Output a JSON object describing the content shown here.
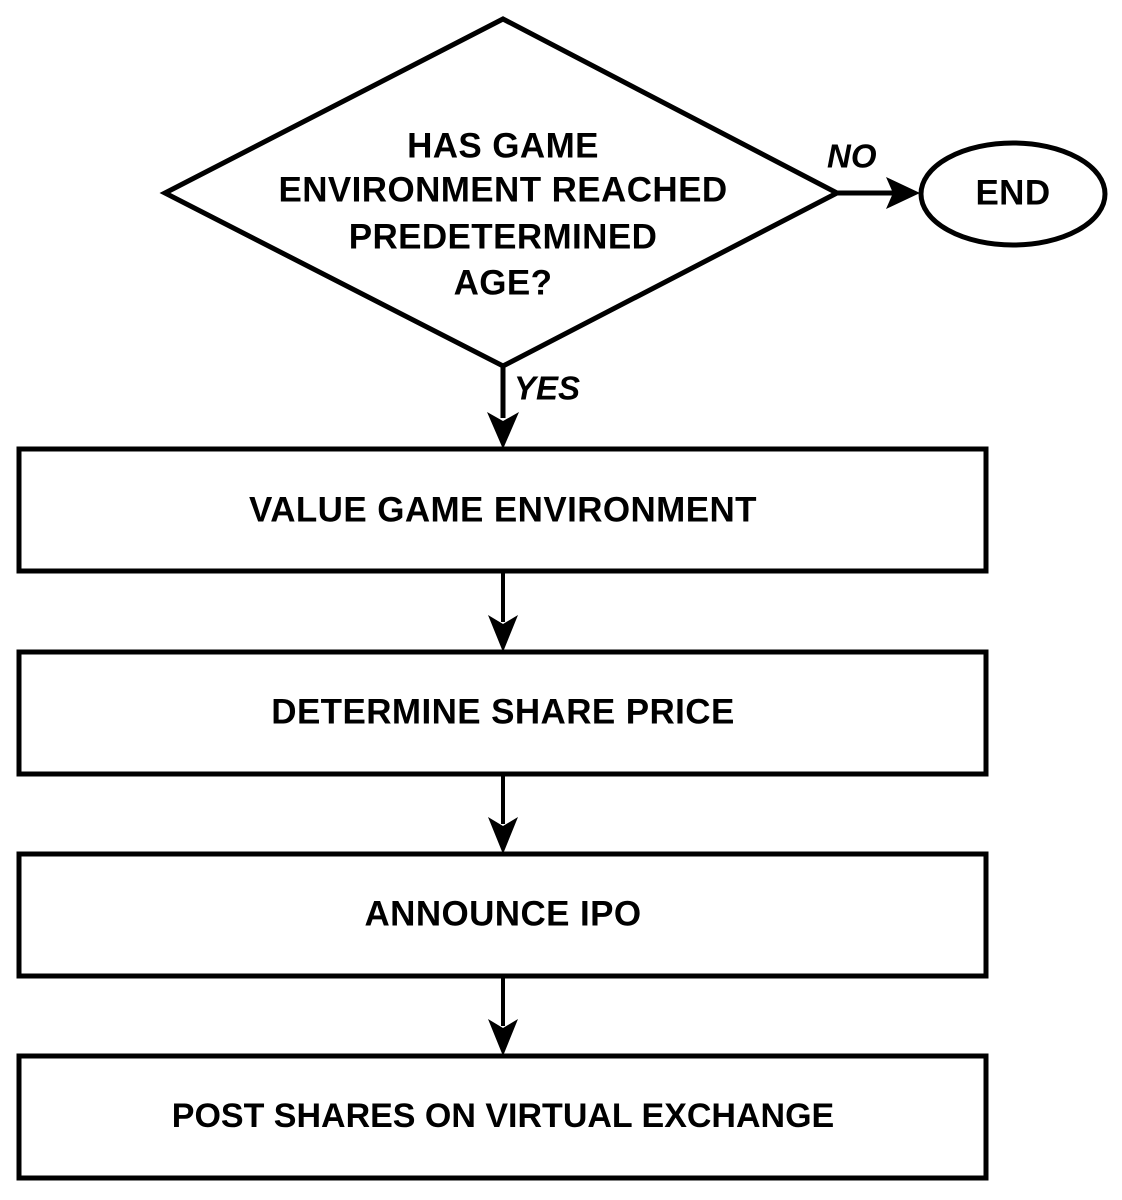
{
  "diagram": {
    "type": "flowchart",
    "title": "",
    "background_color": "#ffffff",
    "line_color": "#000000",
    "text_color": "#000000",
    "nodes": [
      {
        "id": "decision-age",
        "shape": "diamond",
        "lines": [
          "HAS GAME",
          "ENVIRONMENT REACHED",
          "PREDETERMINED",
          "AGE?"
        ]
      },
      {
        "id": "end",
        "shape": "ellipse",
        "label": "END"
      },
      {
        "id": "value-game-environment",
        "shape": "rectangle",
        "label": "VALUE GAME ENVIRONMENT"
      },
      {
        "id": "determine-share-price",
        "shape": "rectangle",
        "label": "DETERMINE SHARE PRICE"
      },
      {
        "id": "announce-ipo",
        "shape": "rectangle",
        "label": "ANNOUNCE IPO"
      },
      {
        "id": "post-shares",
        "shape": "rectangle",
        "label": "POST SHARES ON VIRTUAL EXCHANGE"
      }
    ],
    "edges": [
      {
        "id": "edge-no",
        "from": "decision-age",
        "to": "end",
        "label": "NO"
      },
      {
        "id": "edge-yes",
        "from": "decision-age",
        "to": "value-game-environment",
        "label": "YES"
      },
      {
        "id": "edge-1",
        "from": "value-game-environment",
        "to": "determine-share-price",
        "label": ""
      },
      {
        "id": "edge-2",
        "from": "determine-share-price",
        "to": "announce-ipo",
        "label": ""
      },
      {
        "id": "edge-3",
        "from": "announce-ipo",
        "to": "post-shares",
        "label": ""
      }
    ]
  }
}
